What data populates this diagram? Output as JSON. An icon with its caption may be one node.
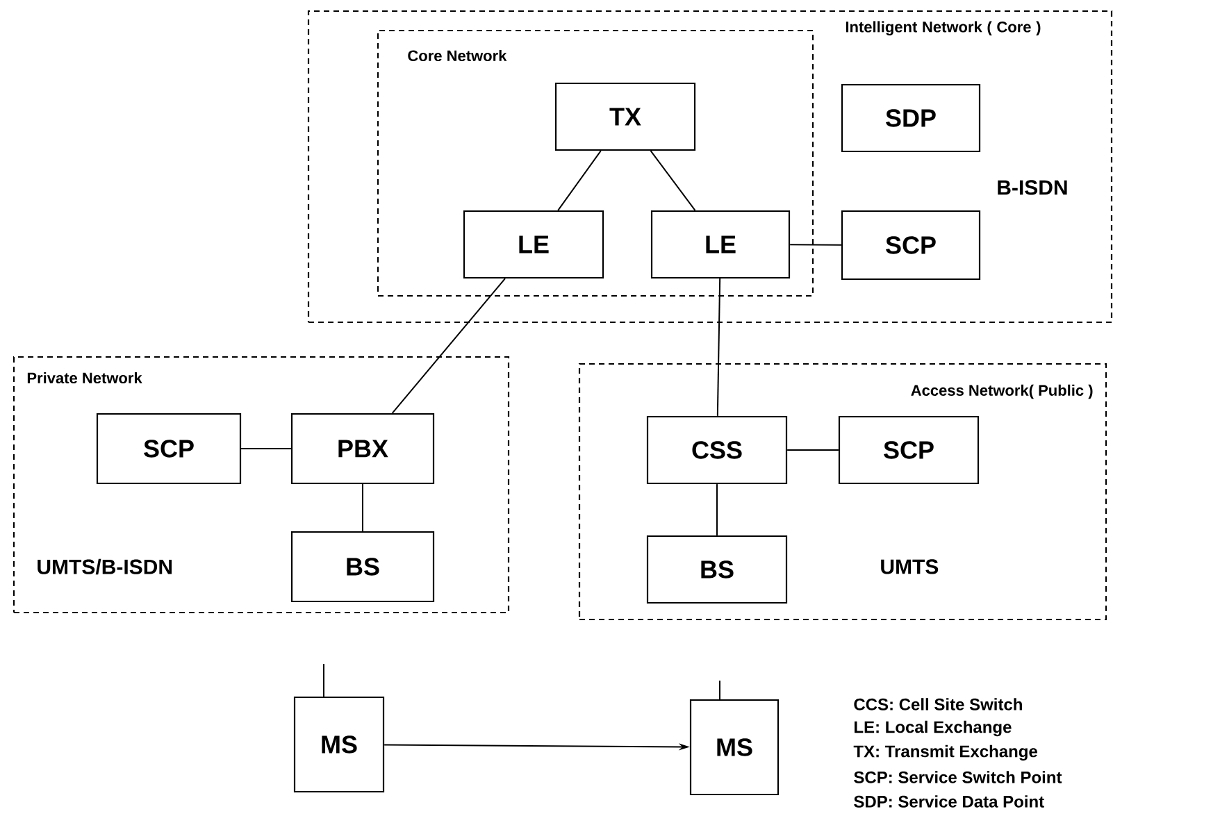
{
  "diagram": {
    "nodes": [
      {
        "text": [
          "Intelligent Network ( Core )",
          "B-ISDN"
        ]
      },
      {
        "text": [
          "Core Network"
        ],
        "in": 0
      },
      {
        "text": [
          "TX"
        ],
        "in": 1
      },
      {
        "text": [
          "LE"
        ],
        "in": 1
      },
      {
        "text": [
          "LE"
        ],
        "in": 1
      },
      {
        "text": [
          "SDP"
        ],
        "in": 0
      },
      {
        "text": [
          "SCP"
        ],
        "in": 0
      },
      {
        "text": [
          "Private Network",
          "UMTS/B-ISDN"
        ]
      },
      {
        "text": [
          "SCP"
        ],
        "in": 7
      },
      {
        "text": [
          "PBX"
        ],
        "in": 7
      },
      {
        "text": [
          "BS"
        ],
        "in": 7
      },
      {
        "text": [
          "Access Network( Public )",
          "UMTS"
        ]
      },
      {
        "text": [
          "CSS"
        ],
        "in": 11
      },
      {
        "text": [
          "SCP"
        ],
        "in": 11
      },
      {
        "text": [
          "BS"
        ],
        "in": 11
      },
      {
        "text": [
          "MS"
        ]
      },
      {
        "text": [
          "MS"
        ]
      }
    ],
    "edges": [
      {
        "from": 2,
        "to": 3,
        "arrow": "none"
      },
      {
        "from": 2,
        "to": 4,
        "arrow": "none"
      },
      {
        "from": 4,
        "to": 6,
        "arrow": "none"
      },
      {
        "from": 3,
        "to": 9,
        "arrow": "none"
      },
      {
        "from": 4,
        "to": 12,
        "arrow": "none"
      },
      {
        "from": 8,
        "to": 9,
        "arrow": "none"
      },
      {
        "from": 9,
        "to": 10,
        "arrow": "none"
      },
      {
        "from": 12,
        "to": 13,
        "arrow": "none"
      },
      {
        "from": 12,
        "to": 14,
        "arrow": "none"
      },
      {
        "from": 15,
        "to": 16,
        "arrow": "to"
      }
    ],
    "labels": [
      "CCS: Cell Site Switch",
      "LE:    Local Exchange",
      "TX:   Transmit Exchange",
      "SCP: Service Switch Point",
      "SDP: Service Data Point"
    ]
  }
}
